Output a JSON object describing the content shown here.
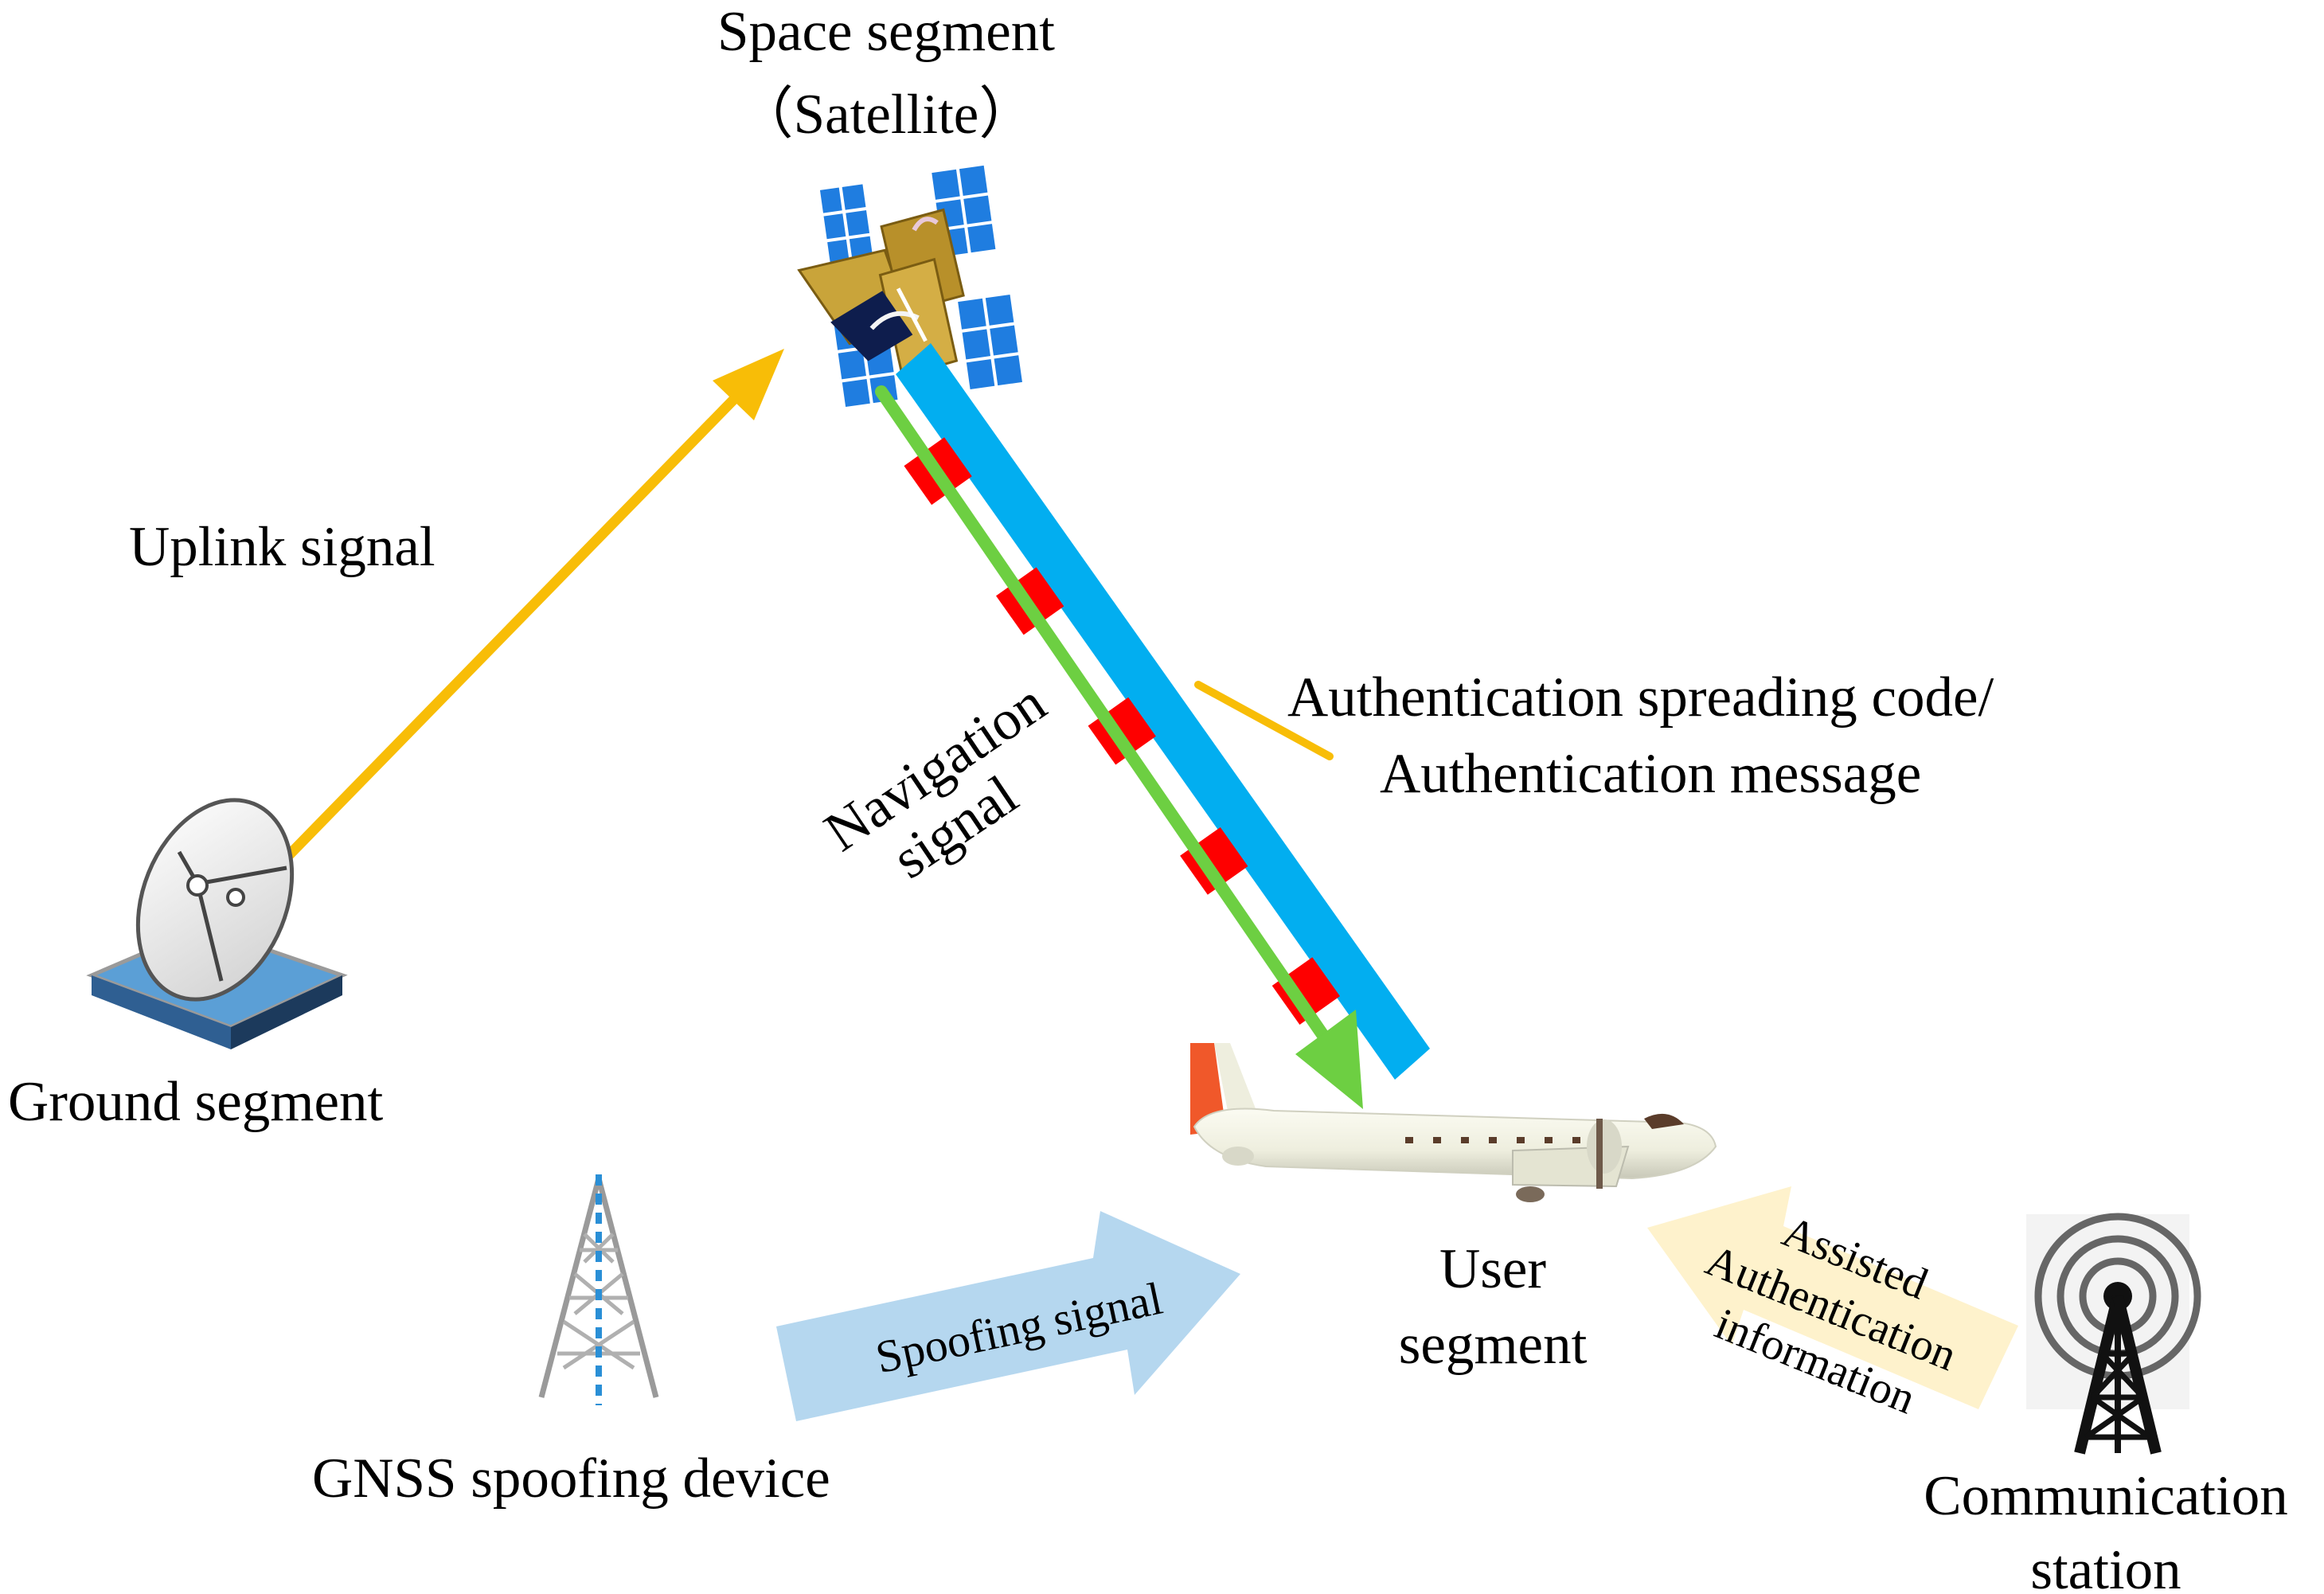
{
  "labels": {
    "space_segment": "Space segment",
    "satellite": "（Satellite）",
    "uplink_signal": "Uplink signal",
    "ground_segment": "Ground segment",
    "navigation": "Navigation",
    "signal": "signal",
    "auth_code": "Authentication spreading code/",
    "auth_message": "Authentication message",
    "user_segment_1": "User",
    "user_segment_2": "segment",
    "spoofing_signal": "Spoofing signal",
    "gnss_spoofing_device": "GNSS spoofing device",
    "assisted": "Assisted",
    "authentication": "Authentication",
    "information": "information",
    "communication": "Communication",
    "station": "station"
  },
  "colors": {
    "uplink_arrow": "#f8bd07",
    "navigation_arrow": "#6dcf42",
    "signal_band": "#02aef0",
    "auth_block": "#fe0000",
    "spoofing_arrow": "#b5d7ef",
    "assist_arrow": "#fef2cc"
  },
  "icons": {
    "satellite": "satellite-icon",
    "ground": "ground-station-dish-icon",
    "aircraft": "airplane-icon",
    "spoofer": "spoofing-tower-icon",
    "comm": "radio-tower-icon"
  }
}
